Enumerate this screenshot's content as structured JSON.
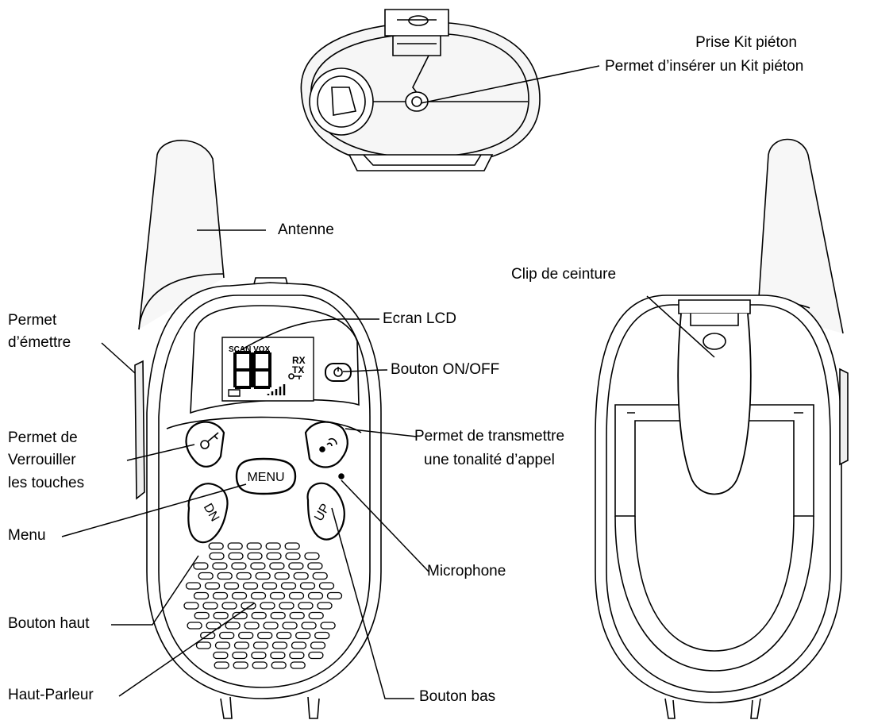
{
  "labels": {
    "prise_kit_l1": "Prise Kit piéton",
    "prise_kit_l2": "Permet d’insérer un Kit piéton",
    "antenne": "Antenne",
    "ecran_lcd": "Ecran LCD",
    "bouton_onoff": "Bouton ON/OFF",
    "permet_emettre_l1": "Permet",
    "permet_emettre_l2": "d’émettre",
    "verrouiller_l1": "Permet de",
    "verrouiller_l2": "Verrouiller",
    "verrouiller_l3": "les touches",
    "transmettre_l1": "Permet de transmettre",
    "transmettre_l2": "une tonalité d’appel",
    "menu": "Menu",
    "microphone": "Microphone",
    "bouton_haut": "Bouton haut",
    "haut_parleur": "Haut-Parleur",
    "bouton_bas": "Bouton bas",
    "clip": "Clip de ceinture"
  },
  "device": {
    "lcd_scan_vox": "SCAN VOX",
    "lcd_digits": "88",
    "lcd_rx": "RX",
    "lcd_tx": "TX",
    "menu_button": "MENU",
    "up_button": "UP",
    "dn_button": "DN"
  }
}
